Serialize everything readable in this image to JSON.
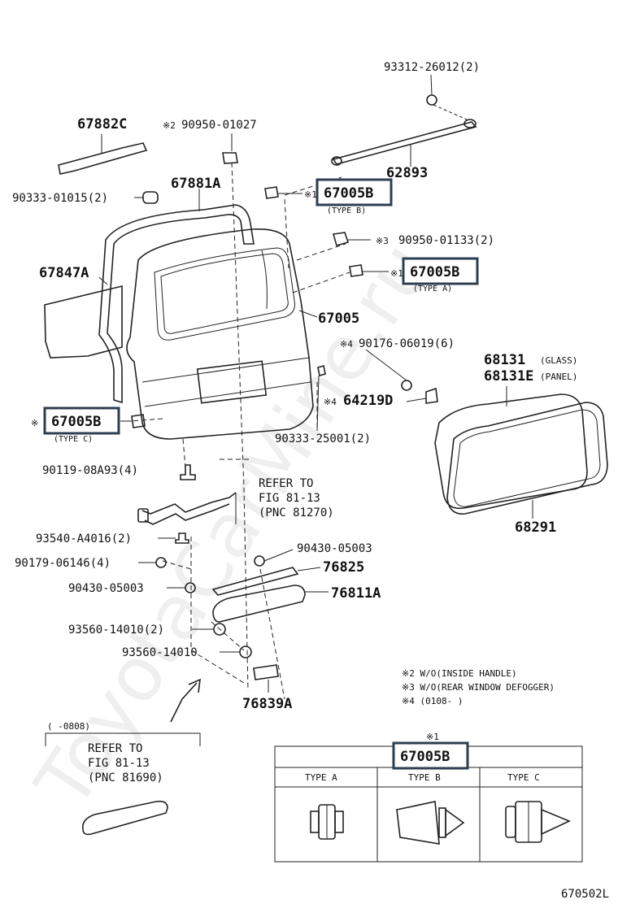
{
  "watermark": "ToyotaCarMine.ru",
  "figure_code": "670502L",
  "parts": {
    "p93312": "93312-26012(2)",
    "p67882c": "67882C",
    "p90950_01027": "90950-01027",
    "p90950_01027_mark": "※2",
    "p62893": "62893",
    "p67881a": "67881A",
    "p90333_01015": "90333-01015(2)",
    "p67005b_top": "67005B",
    "p67005b_top_mark": "※1",
    "p67005b_top_type": "(TYPE  B)",
    "p90950_01133": "90950-01133(2)",
    "p90950_01133_mark": "※3",
    "p67847a": "67847A",
    "p67005b_mid": "67005B",
    "p67005b_mid_mark": "※1",
    "p67005b_mid_type": "(TYPE  A)",
    "p67005": "67005",
    "p90176": "90176-06019(6)",
    "p90176_mark": "※4",
    "p68131": "68131",
    "p68131_note": "(GLASS)",
    "p68131e": "68131E",
    "p68131e_note": "(PANEL)",
    "p64219d": "64219D",
    "p64219d_mark": "※4",
    "p67005b_left": "67005B",
    "p67005b_left_mark": "※",
    "p67005b_left_type": "(TYPE  C)",
    "p90333_25001": "90333-25001(2)",
    "p90119": "90119-08A93(4)",
    "refer1_line1": "REFER TO",
    "refer1_line2": "FIG 81-13",
    "refer1_line3": "(PNC 81270)",
    "p68291": "68291",
    "p93540": "93540-A4016(2)",
    "p90430_a": "90430-05003",
    "p90179": "90179-06146(4)",
    "p76825": "76825",
    "p90430_b": "90430-05003",
    "p76811a": "76811A",
    "p93560_a": "93560-14010(2)",
    "p93560_b": "93560-14010",
    "p76839a": "76839A",
    "bracket_range": "(    -0808)",
    "refer2_line1": "REFER TO",
    "refer2_line2": "FIG 81-13",
    "refer2_line3": "(PNC 81690)"
  },
  "notes": [
    "※2 W/O(INSIDE HANDLE)",
    "※3 W/O(REAR WINDOW DEFOGGER)",
    "※4 (0108-     )"
  ],
  "type_table": {
    "mark": "※1",
    "part": "67005B",
    "types": [
      "TYPE  A",
      "TYPE  B",
      "TYPE  C"
    ]
  },
  "colors": {
    "highlight_border": "#2c3e50",
    "line": "#222222"
  }
}
